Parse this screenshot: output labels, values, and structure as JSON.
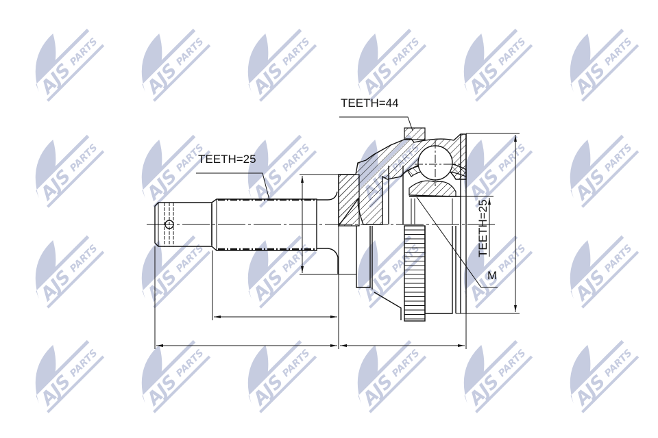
{
  "watermark": {
    "brand": "AJS",
    "suffix": "PARTS",
    "color": "#c6cce0"
  },
  "labels": {
    "teeth_outer": "TEETH=44",
    "teeth_shaft": "TEETH=25",
    "teeth_inner": "TEETH=25",
    "thread": "M"
  },
  "colors": {
    "line": "#111111",
    "background": "#ffffff"
  }
}
